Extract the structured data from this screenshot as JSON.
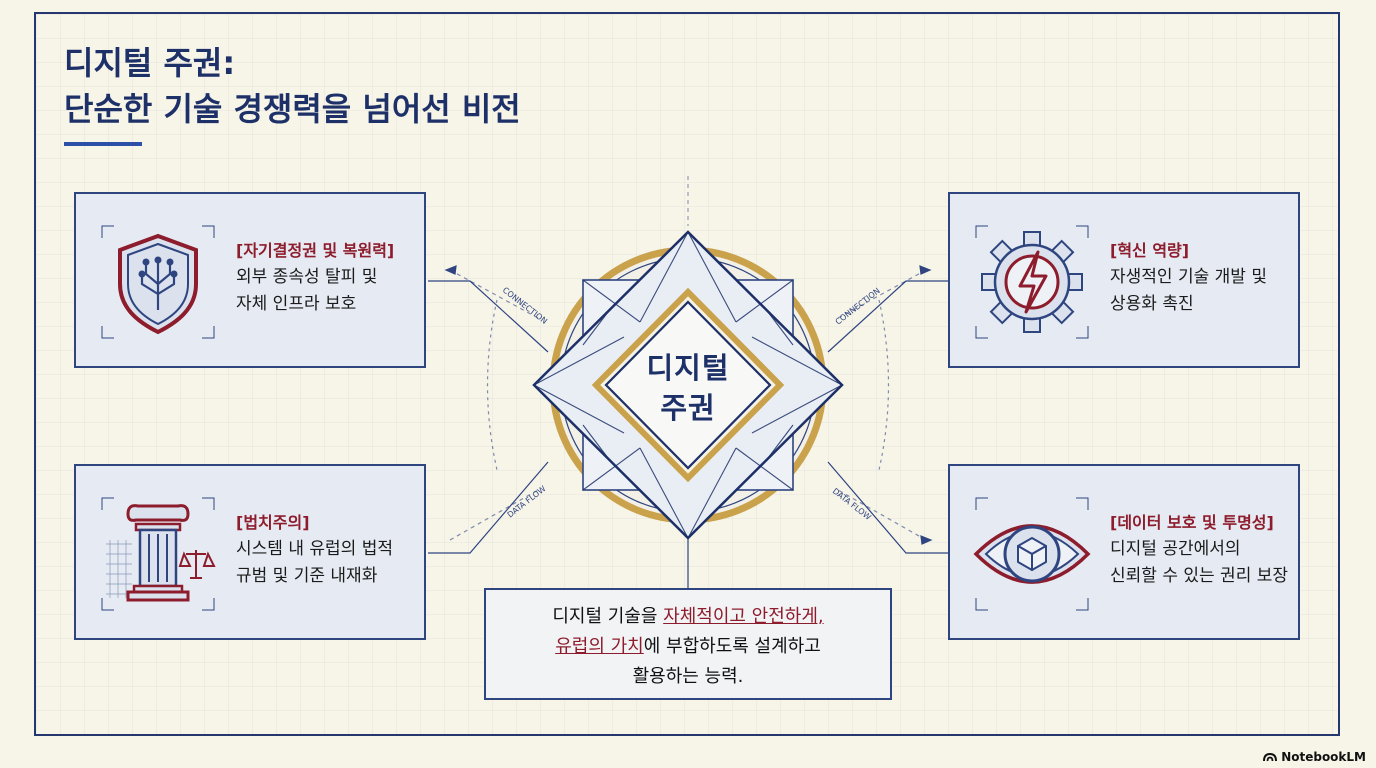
{
  "title": {
    "line1": "디지털 주권:",
    "line2": "단순한 기술 경쟁력을 넘어선 비전"
  },
  "center": {
    "line1": "디지털",
    "line2": "주권"
  },
  "connector_labels": {
    "top_left": "CONNECTION",
    "top_right": "CONNECTION",
    "bottom_left": "DATA FLOW",
    "bottom_right": "DATA FLOW"
  },
  "cards": {
    "top_left": {
      "label": "[자기결정권 및 복원력]",
      "desc1": "외부 종속성 탈피 및",
      "desc2": "자체 인프라 보호",
      "icon": "shield-circuit-icon"
    },
    "top_right": {
      "label": "[혁신 역량]",
      "desc1": "자생적인 기술 개발 및",
      "desc2": "상용화 촉진",
      "icon": "gear-lightning-icon"
    },
    "bottom_left": {
      "label": "[법치주의]",
      "desc1": "시스템 내 유럽의 법적",
      "desc2": "규범 및 기준 내재화",
      "icon": "column-scales-icon"
    },
    "bottom_right": {
      "label": "[데이터 보호 및 투명성]",
      "desc1": "디지털 공간에서의",
      "desc2": "신뢰할 수 있는 권리 보장",
      "icon": "eye-cube-icon"
    }
  },
  "summary": {
    "l1_a": "디지털 기술을 ",
    "l1_b": "자체적이고 안전하게,",
    "l2_a": "유럽의 가치",
    "l2_b": "에 부합하도록 설계하고",
    "l3": "활용하는 능력."
  },
  "brand": "NotebookLM",
  "colors": {
    "navy": "#1d3068",
    "crimson": "#8d1c2c",
    "gold": "#c9a24b",
    "background": "#f7f4e8"
  }
}
